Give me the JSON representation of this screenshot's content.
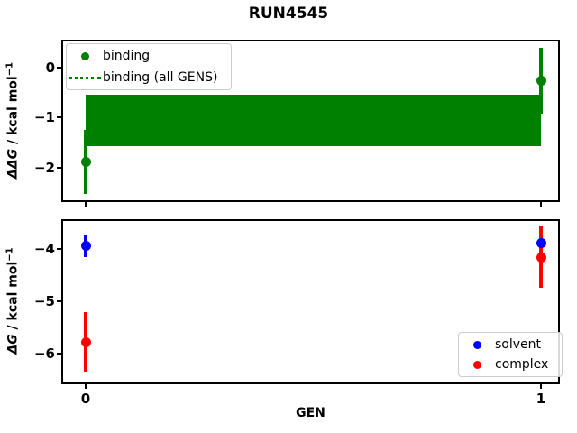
{
  "suptitle": "RUN4545",
  "figure": {
    "background": "#ffffff",
    "spine_color": "#000000"
  },
  "chart_data": [
    {
      "type": "errorbar",
      "position": "top",
      "title": "",
      "ylabel": "ΔΔG / kcal mol⁻¹",
      "ylabel_parts": {
        "math": "ΔΔG",
        "rest": " / kcal mol",
        "sup": "−1"
      },
      "ylim": [
        -2.65,
        0.53
      ],
      "x": [
        0,
        1
      ],
      "series": [
        {
          "name": "binding",
          "color": "#008000",
          "marker": "circle",
          "y": [
            -1.88,
            -0.27
          ],
          "yerr": [
            0.64,
            0.65
          ]
        },
        {
          "name": "binding (all GENS)",
          "color": "#008000",
          "style": "band",
          "line_style": "dotted",
          "band_center": -1.06,
          "band_range": [
            -1.57,
            -0.55
          ]
        }
      ],
      "yticks": {
        "values": [
          0,
          -1,
          -2
        ],
        "labels": [
          "0",
          "−1",
          "−2"
        ]
      },
      "xticks": {
        "values": [
          0,
          1
        ],
        "labels": [
          "0",
          "1"
        ],
        "show_labels": false
      },
      "legend": {
        "position": "upper left",
        "items": [
          {
            "label": "binding",
            "marker": "dot"
          },
          {
            "label": "binding (all GENS)",
            "marker": "dotted-line"
          }
        ]
      }
    },
    {
      "type": "errorbar",
      "position": "bottom",
      "xlabel": "GEN",
      "ylabel": "ΔG / kcal mol⁻¹",
      "ylabel_parts": {
        "math": "ΔG",
        "rest": " / kcal mol",
        "sup": "−1"
      },
      "ylim": [
        -6.55,
        -3.44
      ],
      "x": [
        0,
        1
      ],
      "series": [
        {
          "name": "solvent",
          "color": "#0000ff",
          "marker": "circle",
          "y": [
            -3.94,
            -3.89
          ],
          "yerr": [
            0.22,
            0.3
          ]
        },
        {
          "name": "complex",
          "color": "#ff0000",
          "marker": "circle",
          "y": [
            -5.78,
            -4.16
          ],
          "yerr": [
            0.57,
            0.59
          ]
        }
      ],
      "yticks": {
        "values": [
          -4,
          -5,
          -6
        ],
        "labels": [
          "−4",
          "−5",
          "−6"
        ]
      },
      "xticks": {
        "values": [
          0,
          1
        ],
        "labels": [
          "0",
          "1"
        ],
        "show_labels": true
      },
      "legend": {
        "position": "lower right",
        "items": [
          {
            "label": "solvent",
            "marker": "dot"
          },
          {
            "label": "complex",
            "marker": "dot"
          }
        ]
      }
    }
  ]
}
